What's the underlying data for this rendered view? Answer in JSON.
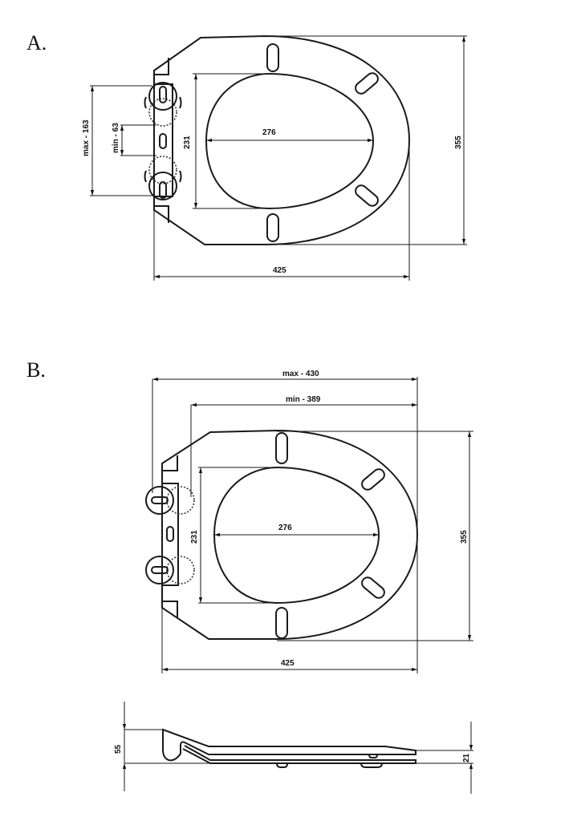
{
  "drawing_a": {
    "label": "A.",
    "dims": {
      "hinge_max": "max - 163",
      "hinge_min": "min - 63",
      "inner_length": "231",
      "inner_width": "276",
      "overall_width": "355",
      "overall_length": "425"
    }
  },
  "drawing_b": {
    "label": "B.",
    "dims": {
      "max_length": "max - 430",
      "min_length": "min - 389",
      "inner_length": "231",
      "inner_width": "276",
      "overall_width": "355",
      "overall_length": "425"
    }
  },
  "side_view": {
    "dims": {
      "hinge_height": "55",
      "seat_height": "21"
    }
  }
}
